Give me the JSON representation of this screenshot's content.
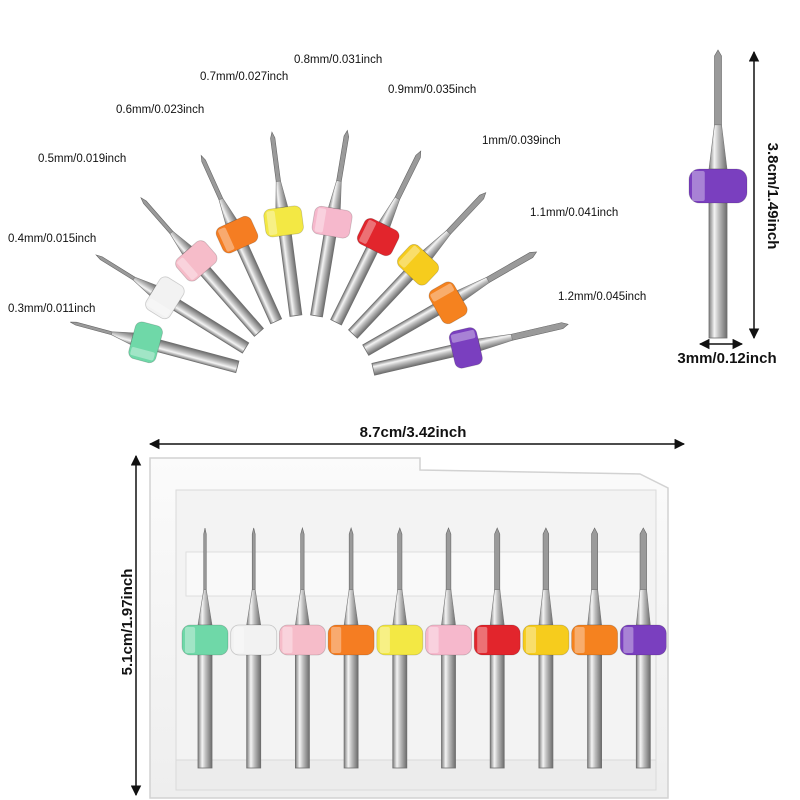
{
  "fan": {
    "bits": [
      {
        "size_label": "0.3mm/0.011inch",
        "collar_color": "#6fd8a8"
      },
      {
        "size_label": "0.4mm/0.015inch",
        "collar_color": "#f2f2f2"
      },
      {
        "size_label": "0.5mm/0.019inch",
        "collar_color": "#f6bcc9"
      },
      {
        "size_label": "0.6mm/0.023inch",
        "collar_color": "#f57d22"
      },
      {
        "size_label": "0.7mm/0.027inch",
        "collar_color": "#f3e844"
      },
      {
        "size_label": "0.8mm/0.031inch",
        "collar_color": "#f6b8cc"
      },
      {
        "size_label": "0.9mm/0.035inch",
        "collar_color": "#e2252c"
      },
      {
        "size_label": "1mm/0.039inch",
        "collar_color": "#f6cc1d"
      },
      {
        "size_label": "1.1mm/0.041inch",
        "collar_color": "#f5821f"
      },
      {
        "size_label": "1.2mm/0.045inch",
        "collar_color": "#7a3fbf"
      }
    ]
  },
  "single_bit": {
    "length_label": "3.8cm/1.49inch",
    "shank_label": "3mm/0.12inch",
    "collar_color": "#7a3fbf"
  },
  "case": {
    "width_label": "8.7cm/3.42inch",
    "height_label": "5.1cm/1.97inch",
    "collar_colors": [
      "#6fd8a8",
      "#f2f2f2",
      "#f6bcc9",
      "#f57d22",
      "#f3e844",
      "#f6b8cc",
      "#e2252c",
      "#f6cc1d",
      "#f5821f",
      "#7a3fbf"
    ]
  }
}
